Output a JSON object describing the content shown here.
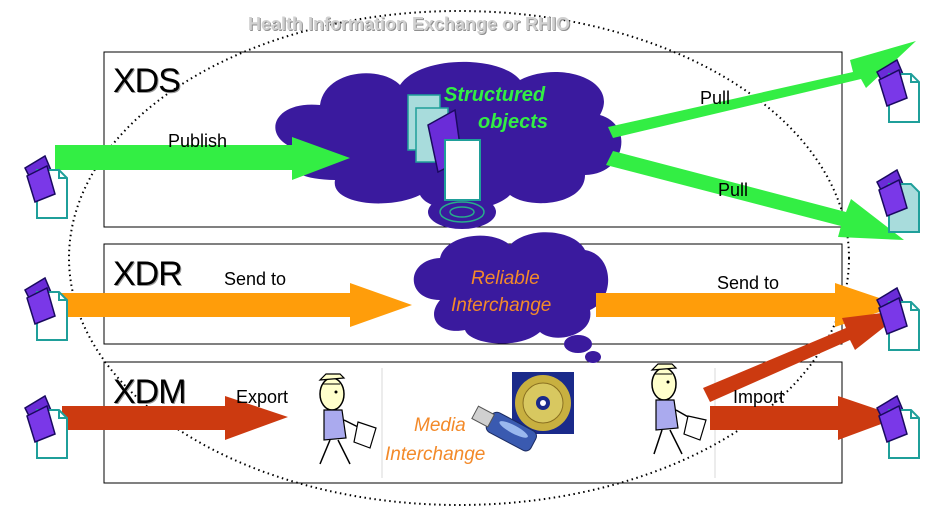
{
  "title": "Health Information Exchange or RHIO",
  "rows": {
    "xds": {
      "name": "XDS",
      "publish": "Publish",
      "pull_top": "Pull",
      "pull_bottom": "Pull"
    },
    "xdr": {
      "name": "XDR",
      "send_left": "Send to",
      "send_right": "Send to"
    },
    "xdm": {
      "name": "XDM",
      "export": "Export",
      "import": "Import"
    }
  },
  "clouds": {
    "structured_line1": "Structured",
    "structured_line2": "objects",
    "reliable_line1": "Reliable",
    "reliable_line2": "Interchange"
  },
  "media": {
    "line1": "Media",
    "line2": "Interchange"
  },
  "colors": {
    "cloud": "#3a1a9e",
    "green_arrow": "#33ee44",
    "orange_arrow": "#ff9d0a",
    "red_arrow": "#cc3a10",
    "document_purple": "#6a2cd8",
    "document_teal": "#9ad6d8",
    "title": "#d0d0d0"
  }
}
